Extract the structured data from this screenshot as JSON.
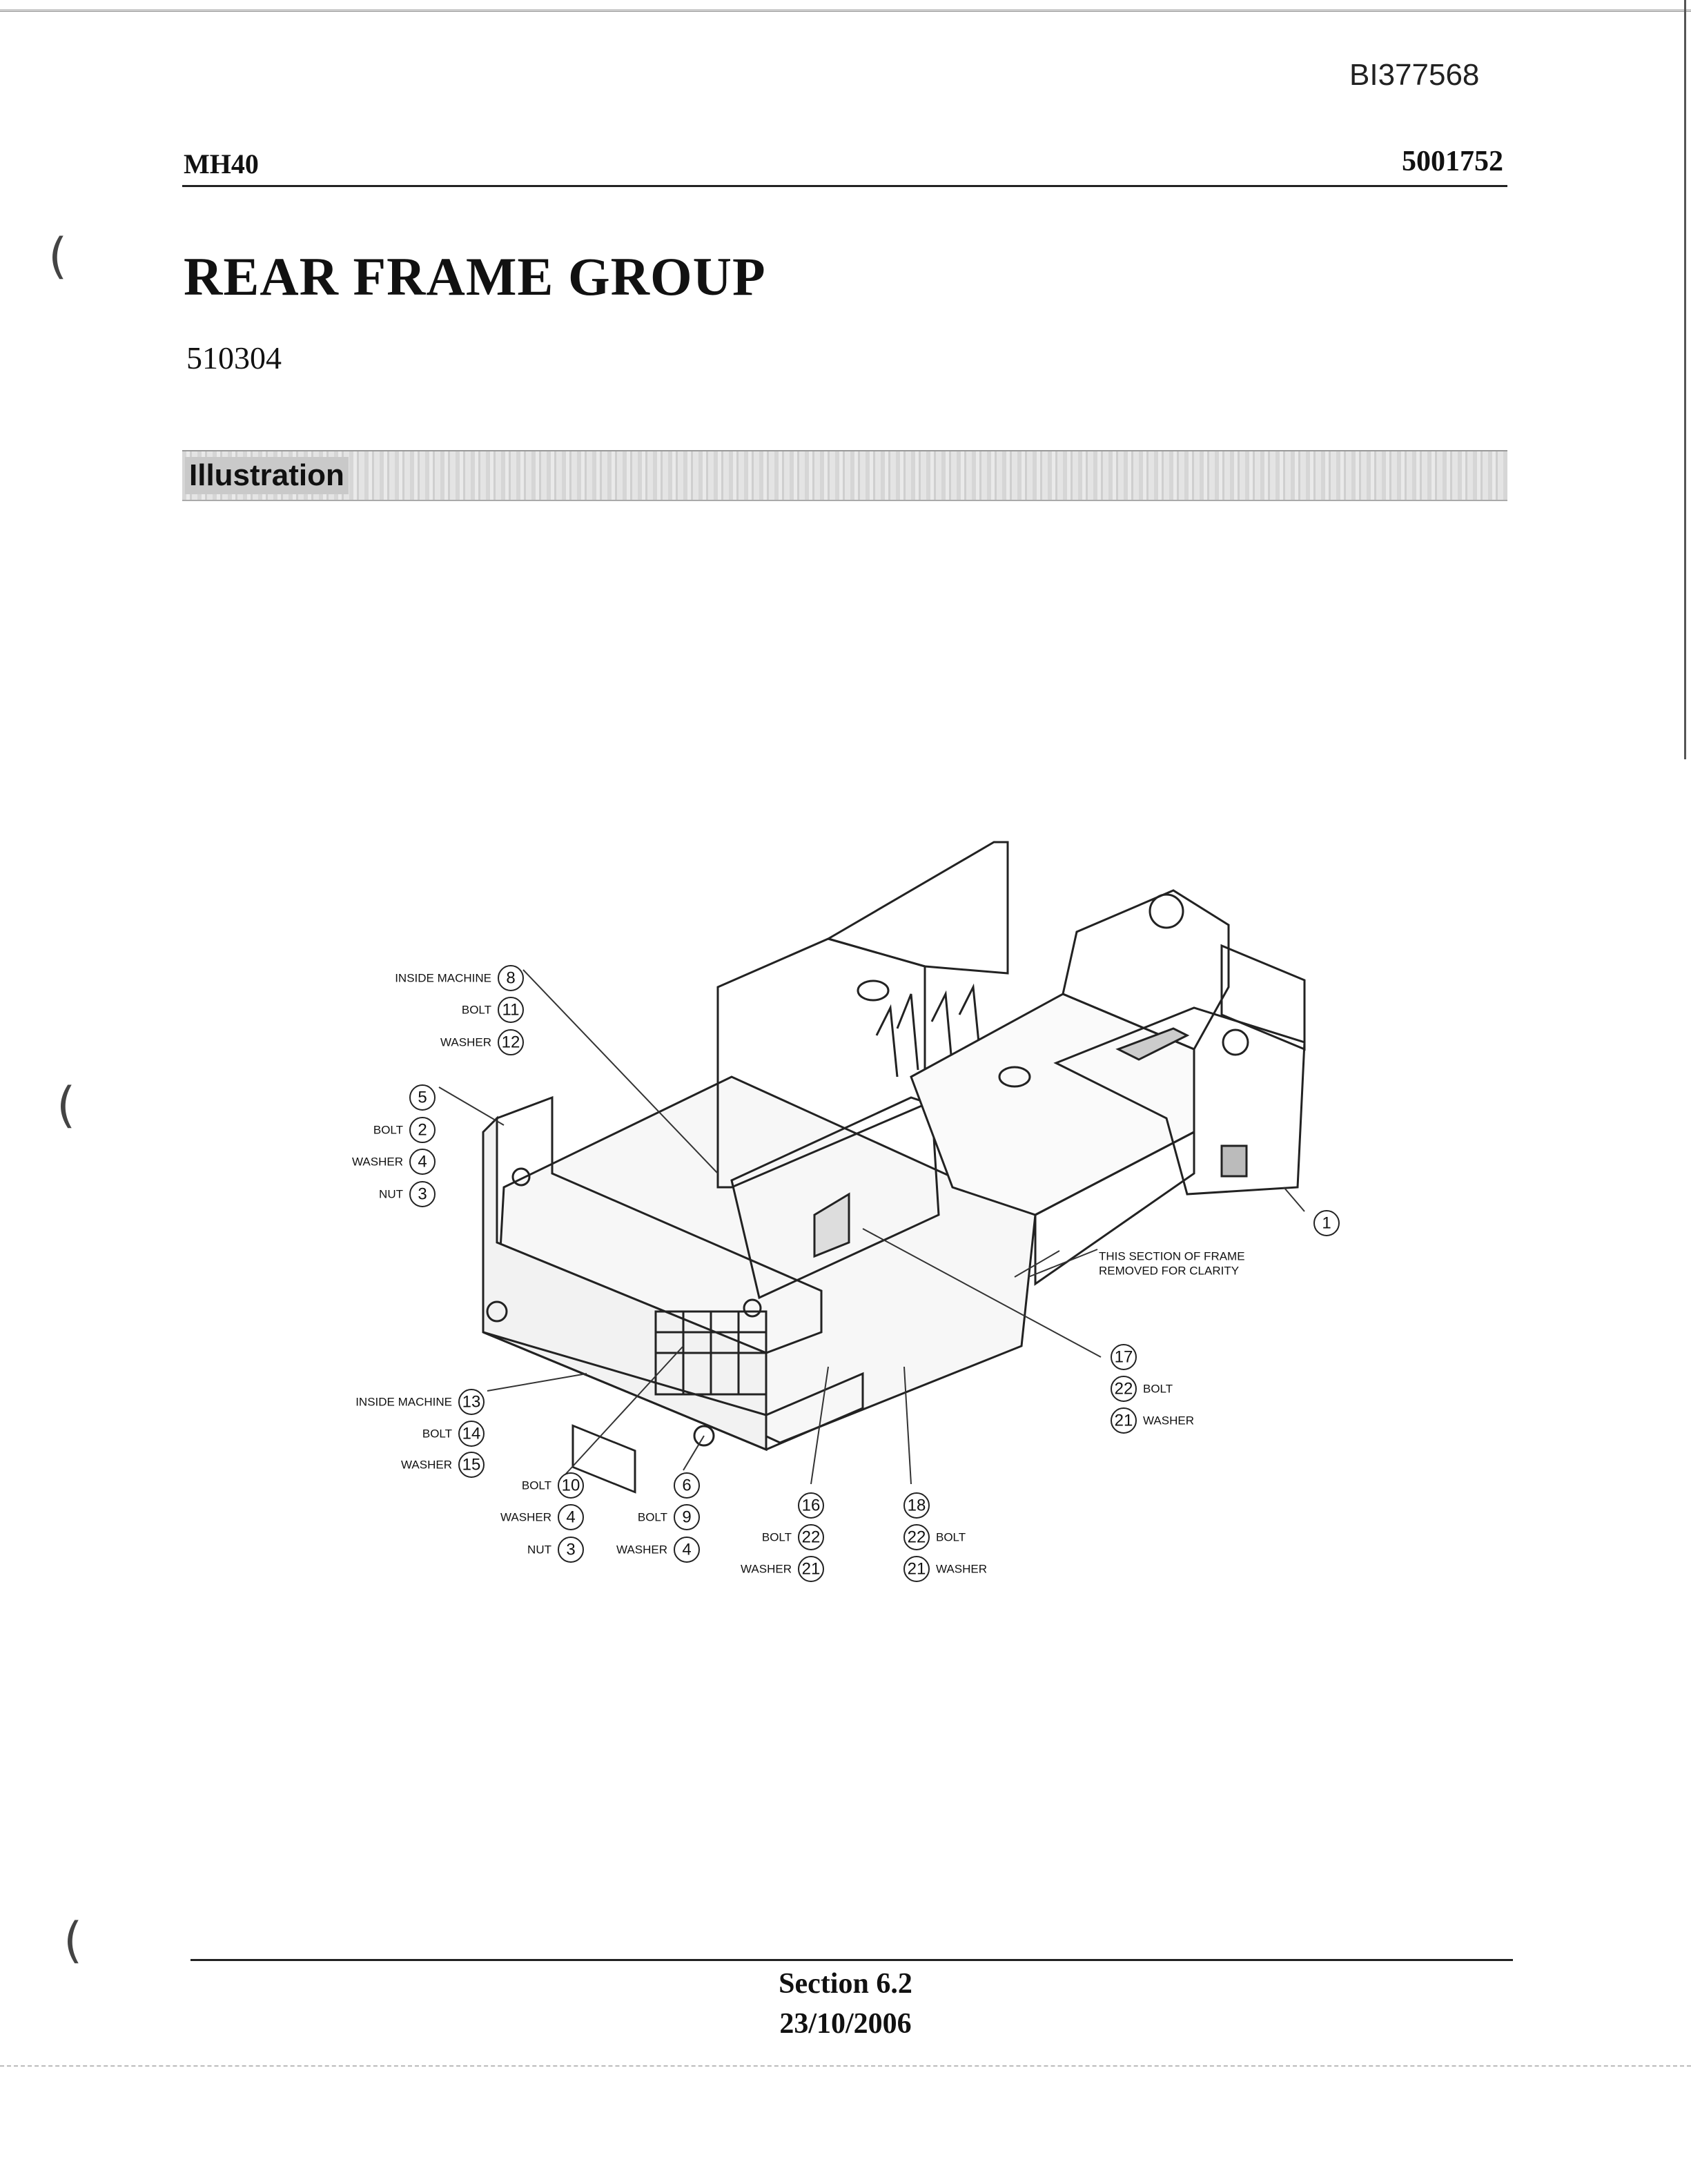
{
  "header": {
    "doc_id": "BI377568",
    "model": "MH40",
    "part_number": "5001752"
  },
  "title": "REAR FRAME GROUP",
  "group_number": "510304",
  "section_band": {
    "label": "Illustration"
  },
  "callouts": {
    "inside_machine": "INSIDE MACHINE",
    "bolt": "BOLT",
    "washer": "WASHER",
    "nut": "NUT",
    "frame_note_1": "THIS SECTION OF FRAME",
    "frame_note_2": "REMOVED FOR CLARITY",
    "numbers": {
      "n1": "1",
      "n2": "2",
      "n3": "3",
      "n4": "4",
      "n5": "5",
      "n6": "6",
      "n8": "8",
      "n9": "9",
      "n10": "10",
      "n11": "11",
      "n12": "12",
      "n13": "13",
      "n14": "14",
      "n15": "15",
      "n16": "16",
      "n17": "17",
      "n18": "18",
      "n21": "21",
      "n22": "22"
    }
  },
  "footer": {
    "section": "Section 6.2",
    "date": "23/10/2006"
  }
}
